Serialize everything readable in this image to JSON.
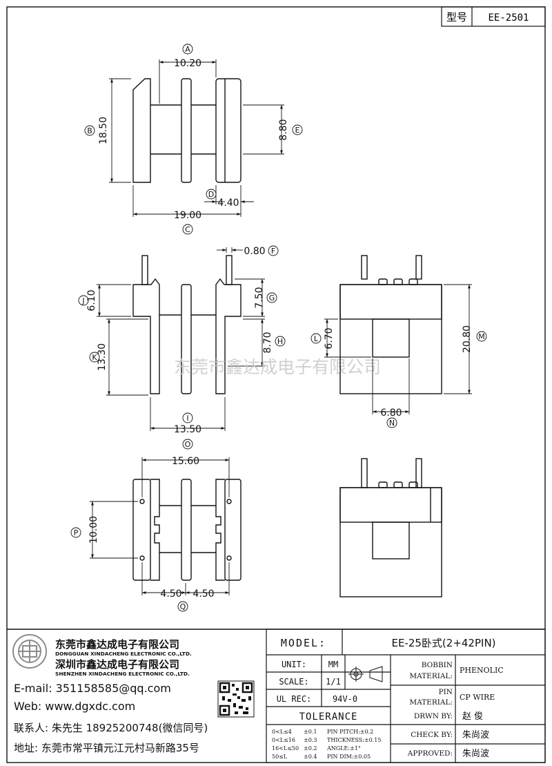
{
  "header": {
    "type_label": "型号",
    "type_value": "EE-2501"
  },
  "dims": {
    "A": {
      "letter": "A",
      "value": "10.20"
    },
    "B": {
      "letter": "B",
      "value": "18.50"
    },
    "C": {
      "letter": "C",
      "value": "19.00"
    },
    "D": {
      "letter": "D",
      "value": "4.40"
    },
    "E": {
      "letter": "E",
      "value": "8.80"
    },
    "F": {
      "letter": "F",
      "value": "0.80"
    },
    "G": {
      "letter": "G",
      "value": "7.50"
    },
    "H": {
      "letter": "H",
      "value": "8.70"
    },
    "I": {
      "letter": "I",
      "value": "13.50"
    },
    "J": {
      "letter": "J",
      "value": "6.10"
    },
    "K": {
      "letter": "K",
      "value": "13.30"
    },
    "L": {
      "letter": "L",
      "value": "6.70"
    },
    "M": {
      "letter": "M",
      "value": "20.80"
    },
    "N": {
      "letter": "N",
      "value": "6.80"
    },
    "O": {
      "letter": "O",
      "value": "15.60"
    },
    "P": {
      "letter": "P",
      "value": "10.00"
    },
    "Q": {
      "letter": "Q",
      "value": "4.50"
    }
  },
  "watermark": "东莞市鑫达成电子有限公司",
  "company": {
    "name_dg": "东莞市鑫达成电子有限公司",
    "en_dg": "DONGGUAN XINDACHENG ELECTRONIC CO.,LTD.",
    "name_sz": "深圳市鑫达成电子有限公司",
    "en_sz": "SHENZHEN XINDACHENG ELECTRONIC CO.,LTD.",
    "email": "E-mail: 351158585@qq.com",
    "web": "Web: www.dgxdc.com",
    "contact": "联系人: 朱先生 18925200748(微信同号)",
    "address": "地址: 东莞市常平镇元江元村马新路35号"
  },
  "titleblock": {
    "model_label": "MODEL:",
    "model_value": "EE-25卧式(2+42PIN)",
    "unit_label": "UNIT:",
    "unit_value": "MM",
    "scale_label": "SCALE:",
    "scale_value": "1/1",
    "ul_label": "UL REC:",
    "ul_value": "94V-0",
    "bobbin_label_1": "BOBBIN",
    "bobbin_label_2": "MATERIAL:",
    "bobbin_value": "PHENOLIC",
    "pin_label_1": "PIN",
    "pin_label_2": "MATERIAL:",
    "pin_value": "CP WIRE",
    "tolerance_label": "TOLERANCE",
    "tol": [
      {
        "range": "0<L≤4",
        "tol": "±0.1"
      },
      {
        "range": "0<L≤16",
        "tol": "±0.3"
      },
      {
        "range": "16<L≤50",
        "tol": "±0.2"
      },
      {
        "range": "50≤L",
        "tol": "±0.4"
      }
    ],
    "tol_right": [
      "PIN PITCH:±0.2",
      "THICKNESS:±0.15",
      "ANGLE:±1°",
      "PIN DIM:±0.05"
    ],
    "drwn_label": "DRWN BY:",
    "drwn_value": "赵 俊",
    "check_label": "CHECK BY:",
    "check_value": "朱尚波",
    "approved_label": "APPROVED:",
    "approved_value": "朱尚波"
  }
}
